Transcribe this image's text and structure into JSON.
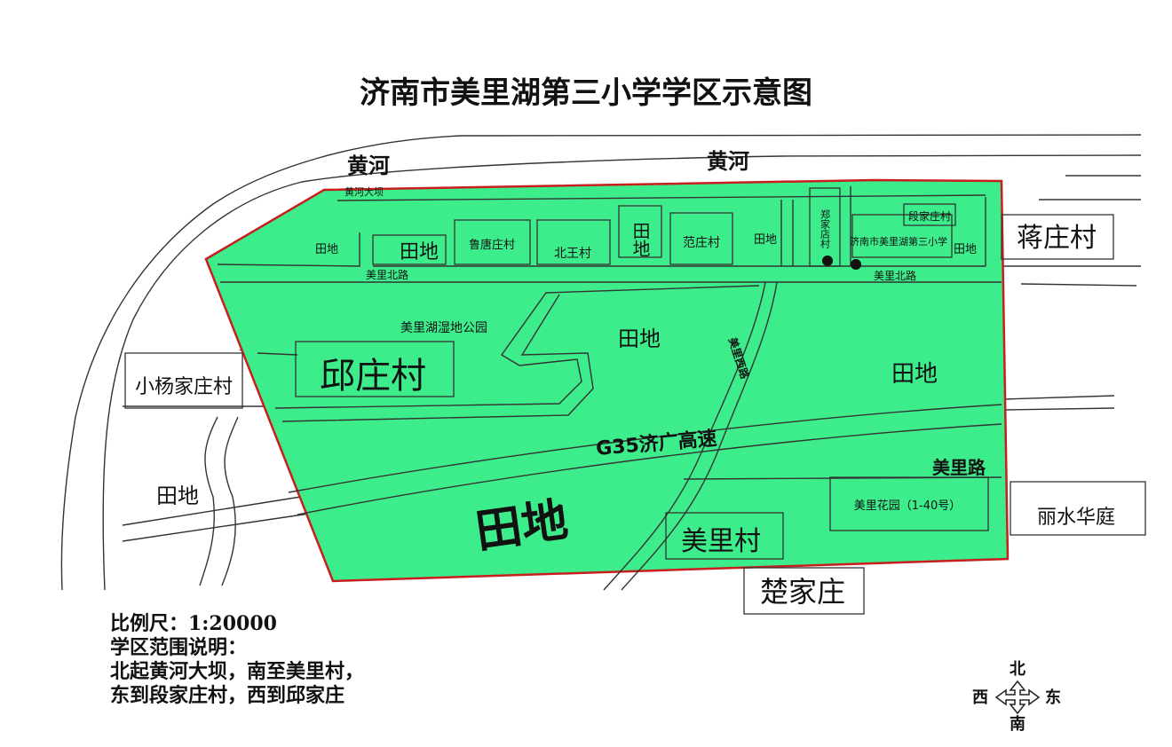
{
  "title": "济南市美里湖第三小学学区示意图",
  "river": {
    "left": "黄河",
    "right": "黄河"
  },
  "villages": {
    "jiangzhuang": "蒋庄村",
    "xiaoyang": "小杨家庄村",
    "qiuzhuang": "邱庄村",
    "meili": "美里村",
    "chujia": "楚家庄",
    "lishui": "丽水华庭",
    "lu": "鲁唐庄村",
    "beiwang": "北王村",
    "fan": "范庄村",
    "duan": "段家庄村",
    "zheng": "郑家店村",
    "school": "济南市美里湖第三小学"
  },
  "places": {
    "field_top_left": "田地",
    "field_box": "田地",
    "field_vertical": "田地",
    "field_mid_top": "田地",
    "field_top_right": "田地",
    "field_center": "田地",
    "field_right": "田地",
    "field_left_outside": "田地",
    "field_big": "田地",
    "wetland_park": "美里湖湿地公园",
    "garden": "美里花园（1-40号）",
    "dam_label": "黄河大坝"
  },
  "roads": {
    "meili_north_left": "美里北路",
    "meili_north_right": "美里北路",
    "meili_road": "美里路",
    "expressway": "G35济广高速",
    "diagonal": "美里西路"
  },
  "legend": {
    "scale": "比例尺：1:20000",
    "range_title": "学区范围说明：",
    "range_line1": "北起黄河大坝，南至美里村，",
    "range_line2": "东到段家庄村，西到邱家庄"
  },
  "compass": {
    "north": "北",
    "south": "南",
    "east": "东",
    "west": "西"
  },
  "colors": {
    "zone_fill": "#3ded8c",
    "zone_border": "#c81e1e"
  }
}
